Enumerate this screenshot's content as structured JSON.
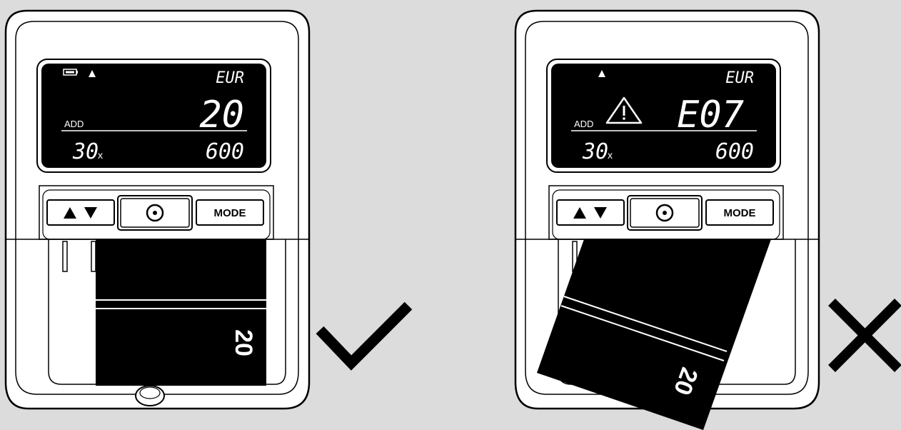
{
  "devices": [
    {
      "display": {
        "currency": "EUR",
        "value": "20",
        "add_label": "ADD",
        "count": "30",
        "count_suffix": "x",
        "total": "600",
        "battery_icon": "battery-icon",
        "arrow_icon": "up-triangle-icon"
      },
      "buttons": {
        "arrows": "▲ ▼",
        "center": "⊙",
        "mode": "MODE"
      },
      "banknote_label": "20",
      "result": {
        "icon": "checkmark-icon",
        "meaning": "accepted"
      }
    },
    {
      "display": {
        "currency": "EUR",
        "value": "E07",
        "add_label": "ADD",
        "count": "30",
        "count_suffix": "x",
        "total": "600",
        "warning_icon": "warning-icon",
        "arrow_icon": "up-triangle-icon"
      },
      "buttons": {
        "arrows": "▲ ▼",
        "center": "⊙",
        "mode": "MODE"
      },
      "banknote_label": "20",
      "result": {
        "icon": "cross-icon",
        "meaning": "rejected"
      }
    }
  ],
  "colors": {
    "background": "#dcdcdc",
    "device": "#ffffff",
    "lcd": "#000000",
    "outline": "#000000"
  }
}
